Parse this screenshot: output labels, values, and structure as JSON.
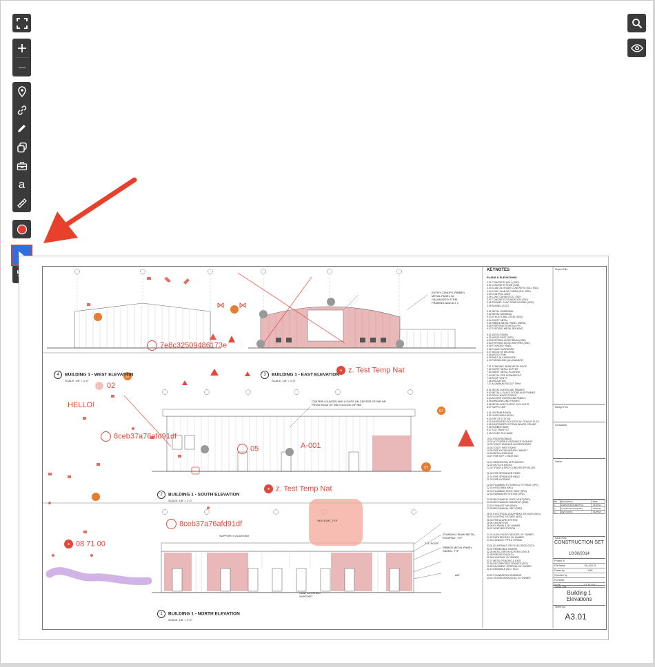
{
  "toolbar": {
    "tools": [
      {
        "id": "fullscreen",
        "icon": "fullscreen-icon"
      },
      {
        "id": "zoom_in",
        "icon": "plus-icon"
      },
      {
        "id": "zoom_out",
        "icon": "minus-icon"
      },
      {
        "id": "pin",
        "icon": "map-pin-icon"
      },
      {
        "id": "link",
        "icon": "link-icon"
      },
      {
        "id": "pencil",
        "icon": "pencil-icon"
      },
      {
        "id": "shapes",
        "icon": "shapes-icon"
      },
      {
        "id": "toolbox",
        "icon": "toolbox-icon"
      },
      {
        "id": "text",
        "icon": "text-tool-icon",
        "glyph": "a"
      },
      {
        "id": "measure",
        "icon": "ruler-icon"
      },
      {
        "id": "record",
        "icon": "record-icon"
      },
      {
        "id": "select",
        "icon": "cursor-arrow-icon"
      },
      {
        "id": "undo",
        "icon": "undo-icon"
      }
    ],
    "right": [
      {
        "id": "search",
        "icon": "search-icon"
      },
      {
        "id": "visibility",
        "icon": "eye-icon"
      }
    ]
  },
  "colors": {
    "toolbar_bg": "#3a3a3a",
    "markup_red": "#e2473a",
    "arrow_red": "#e8412b",
    "select_active": "#2f6fe0",
    "building_pink": "#e9b9b9",
    "highlight_purple": "#c9a6e3",
    "highlight_pink": "#f4a79a",
    "marker_orange": "#e57c2f"
  },
  "annotations": {
    "link1": "7e8c32509486173e",
    "temp1": "z. Test Temp Nat",
    "num02": "02",
    "hello": "HELLO!",
    "link2": "8ceb37a76afd91df",
    "num05": "05",
    "a001": "A-001",
    "temp2": "z. Test Temp Nat",
    "link3": "8ceb37a76afd91df",
    "spec": "08 71 00",
    "st": "ST"
  },
  "drawing": {
    "west_elev": {
      "num": "4",
      "title": "BUILDING 1 - WEST ELEVATION",
      "scale": "SCALE: 1/8\" = 1'-0\""
    },
    "east_elev": {
      "num": "3",
      "title": "BUILDING 1 - EAST ELEVATION",
      "scale": "SCALE: 1/8\" = 1'-0\""
    },
    "south_elev": {
      "num": "2",
      "title": "BUILDING 1 - SOUTH ELEVATION",
      "scale": "SCALE: 1/8\" = 1'-0\""
    },
    "north_elev": {
      "num": "1",
      "title": "BUILDING 1 - NORTH ELEVATION",
      "scale": "SCALE: 1/8\" = 1'-0\""
    },
    "notes": {
      "canopy": "ENTRY CANOPY, RIBBED METAL PANEL OL GALVANIZED STEEL FRAMING ADD ALT 1",
      "louvers": "CENTER LOUVERS AND LIGHTS ON CENTER OF RIB OR FROM EDGE OF RIB TO EDGE OF RIB",
      "skylight": "SKYLIGHT, TYP",
      "support": "SUPPORT LOCATIONS",
      "seam": "STANDING SEAM METAL ROOFING, TYP",
      "ribbed": "RIBBED METAL PANEL SIDING, TYP",
      "cantilever": "CANTILEVERED SUPPORT",
      "troof": "T.O. ROOF",
      "alt": "ALT."
    },
    "keynotes_title": "KEYNOTES",
    "keynotes_sub": "PLANS & ELEVATIONS",
    "keynotes": [
      "3.01 CONCRETE WALL (SSD)",
      "3.02 CONCRETE STAIR (SSD)",
      "3.03 SLAB-ON-GRADE CONCRETE (SCD, SSD)",
      "3.04 CONC SLAB W/ CURBS (SLD, SSD)",
      "3.05 CONTROL JOINT",
      "3.06 CONC CURBS (SCD, SSD)",
      "3.07 CONCRETE FOUNDATION (SSD)",
      "3.08 TROWEL CONC STAIR NOSING (SCD)",
      "3.09 RUNNEL (SCD)",
      "",
      "5.01 METAL GUARDRAIL",
      "5.02 METAL HANDRAIL",
      "5.03 STRUCTURAL STEEL (SSD)",
      "5.04 SHEET METAL",
      "5.05 RIBBED METAL PANEL SIDING",
      "5.06 PERFORATED METAL FIN",
      "5.07 EXPOSED METAL DECKING",
      "",
      "6.01 WOOD SIDING",
      "6.02 WOOD POST (SSD)",
      "6.03 EXPOSED WOOD BEAM (SSD)",
      "6.04 EXPOSED WOOD RAFTERS (SSD)",
      "6.05 PLYWOOD PANEL",
      "6.06 PLANK CASEWORK",
      "6.07 WOOD SK DECKING",
      "6.08 WOOD TRIM",
      "6.09 BUILT-IN CASEWORK",
      "6.10 FURNISHING (ALLOWANCE)",
      "",
      "7.01 STANDING SEAM METAL ROOF",
      "7.02 SHEET METAL GUTTER",
      "7.03 SHEET METAL FLASHING",
      "7.04 METAL PIPE DOWNSPOUT",
      "7.05 ROOF VENTS",
      "7.06 INSULATION",
      "7.07 ALUMINUM REGLET TRIM",
      "",
      "8.01 METAL DOORS AND FRAMES",
      "8.02 METAL & GLASS DOORS AND FRAMES",
      "8.03 SOLID WOOD DOORS",
      "8.04 ACCESS DOORS AND PANELS",
      "8.05 WINDOWS AND FRAMES",
      "8.06 METAL AND PLASTIC SKYLIGHTS",
      "8.07 SUPPLY AIR",
      "",
      "9.01 GYPSUM BOARD",
      "9.02 LINED INSULATION",
      "9.03 FRP OF CITY BD",
      "9.04 SUSPENDED ACOUSTICAL CEILING TILES",
      "9.05 SUSPENDED GYPSUM BOARD CEILING",
      "9.06 RUBBER BASE",
      "9.07 TILE FINISH DT",
      "9.08 COVED TILE BASE",
      "",
      "10.01 ROOM SIGNAGE",
      "10.02 ACCESSIBLE ENTRANCE SIGNAGE",
      "10.03 TOILET AND BATH ACCESSORIES",
      "10.04 TOILET PARTITIONS",
      "10.05 FIRE EXTINGUISHER CABINET",
      "10.06 METAL SHELVING",
      "10.07 FIRE DEPT. KNOX BOX",
      "",
      "12.01 RESIDENTIAL APPLIANCES",
      "12.02 BICYCLE RACKS",
      "12.03 TRASH & RECYCLING RECEPTACLES",
      "",
      "21.00 FIRE SPRINKLER RISER",
      "21.01 FIRE SPRINKLER HEAD",
      "21.03 FIRE HYDRANT",
      "",
      "22.00 PLUMBING FIXTURES & FITTINGS (SPD)",
      "22.02 HOSE BIBB (SPD)",
      "22.03 PLUMBING ROOF VENT (SPD)",
      "22.04 RAINWATER SYSTEM (SPD)",
      "",
      "23.00 MECHANICAL ROOF VENT (SMD)",
      "23.00 MECHANICAL RADIATOR (SMD)",
      "23.03 EXHAUST FAN (SMD)",
      "23.05 MECHANICAL UNIT (SMD)",
      "",
      "26.01 ELECTRICAL EQUIPMENT, DEVICES (SED)",
      "26.02 LIGHTING FIXTURE (SED)",
      "26.03 FIRE ALARM SYSTEM",
      "26.04 CEILING FAN",
      "26.06 PV PANELS, BY OWNER",
      "26.07 WEATHER STATION",
      "",
      "27.01 AUDIO-VIDEO DEVICES, BY OWNER",
      "27.02 DATA DEVICES, BY OWNER",
      "27.03 CONDUIT, PIPE & STRING",
      "",
      "32.01 (E) ASPHALT, PATCH AS REQD (SCD)",
      "32.02 PERMEABLE PAVERS",
      "32.04 METAL GREEN SCREEN DEVICE",
      "32.05 IRRIGATION (SLD)",
      "32.06 PLANTING, BY OWNER",
      "32.07 METAL FENCING & GATE",
      "32.08 DECOMPOSED GRANITE (SLD)",
      "32.09 PAVEMENT STRIPING, BY OWNER",
      "32.10 BIOSWALE (SLD, SCD)",
      "",
      "33.01 FOUNDATION DRAINAGE",
      "33.02 STORM DRAIN (SCD), BY OWNER"
    ],
    "title_block": {
      "project_title": "Project Title",
      "design_firm": "Design Firm",
      "consultant": "Consultant",
      "owner": "Owner",
      "issue_label": "Issue Note",
      "issue": "CONSTRUCTION SET",
      "date": "10/30/2014",
      "rev_header": [
        "No.",
        "Description",
        "Date"
      ],
      "revs": [
        [
          "1",
          "PERMIT RESUBMITTAL",
          "04/30/14"
        ],
        [
          "2",
          "CONSTRUCTION SET",
          "10/30/14"
        ],
        [
          "3",
          "REVISIONS",
          "04/08/15"
        ]
      ],
      "fields": [
        [
          "Project ID",
          ""
        ],
        [
          "File Name",
          "VA_A03.01"
        ],
        [
          "Drawn by",
          "VAD"
        ],
        [
          "Checked by",
          ""
        ],
        [
          "Plot Date",
          ""
        ],
        [
          "Scale",
          "AS NOTED"
        ]
      ],
      "sheet_title_label": "Sheet Title",
      "sheet_title": "Building 1 Elevations",
      "sheet_no_label": "Sheet No.",
      "sheet_no": "A3.01"
    }
  }
}
